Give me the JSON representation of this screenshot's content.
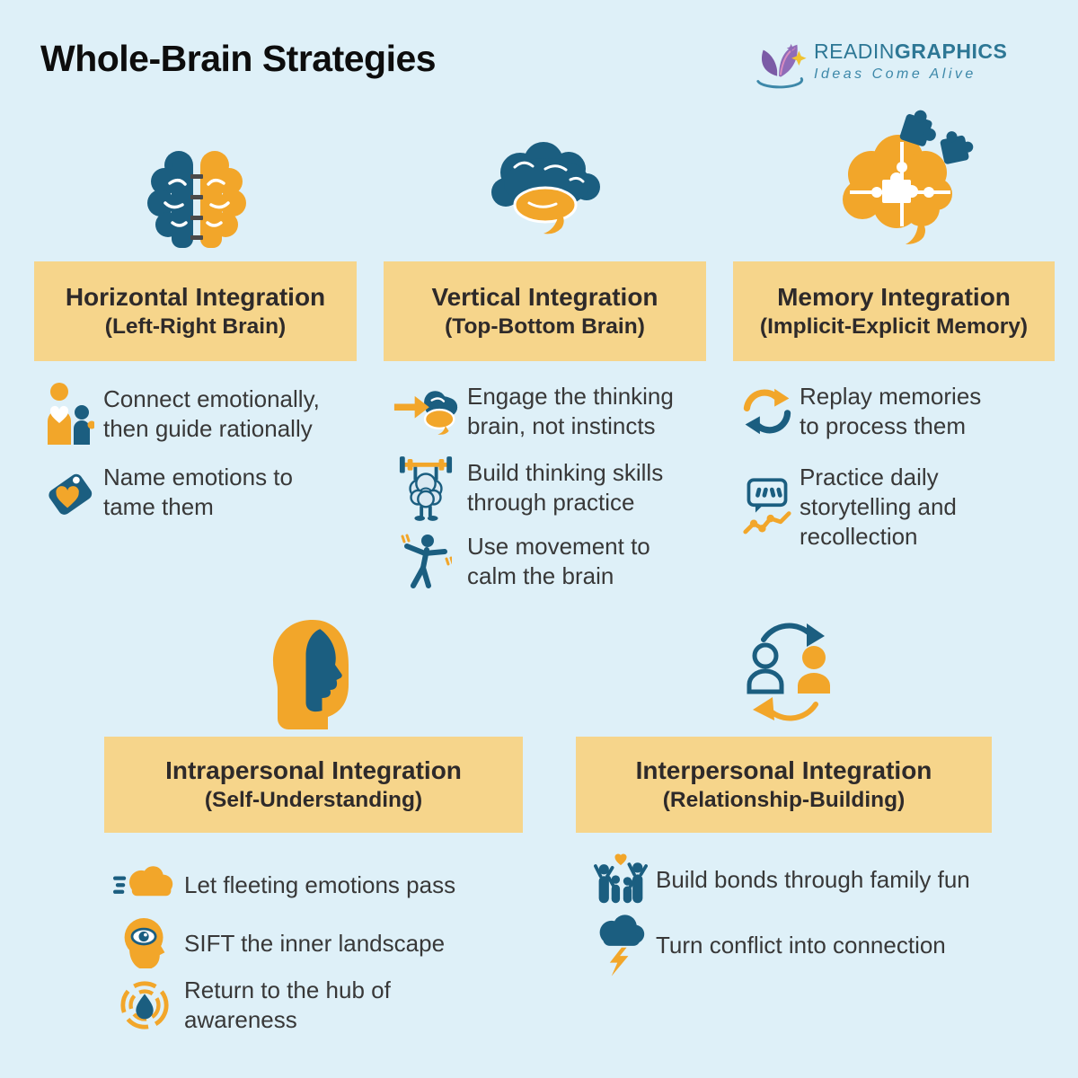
{
  "title": "Whole-Brain Strategies",
  "logo": {
    "brand_light": "READIN",
    "brand_bold": "GRAPHICS",
    "tagline": "Ideas Come Alive"
  },
  "colors": {
    "bg": "#def0f8",
    "box": "#f6d58b",
    "teal": "#1b5e80",
    "orange": "#f2a62a",
    "ink": "#2e2a2a",
    "text": "#383838",
    "title": "#0d0d0d",
    "logoteal": "#2d7795",
    "tagline": "#3d88a9",
    "purple": "#7b5ba6",
    "purple2": "#8f6cb8",
    "pink": "#d98cc0",
    "gold": "#f0c330",
    "dash": "#4a4a4a",
    "brainfill": "#d9e9f3"
  },
  "sections": {
    "horizontal": {
      "hero_icon": "split-brain-icon",
      "title": "Horizontal Integration",
      "subtitle": "(Left-Right Brain)",
      "bullets": [
        {
          "icon": "parent-child-icon",
          "text": [
            "Connect emotionally,",
            "then guide rationally"
          ]
        },
        {
          "icon": "heart-tag-icon",
          "text": [
            "Name emotions to",
            "tame them"
          ]
        }
      ]
    },
    "vertical": {
      "hero_icon": "side-brain-icon",
      "title": "Vertical Integration",
      "subtitle": "(Top-Bottom Brain)",
      "bullets": [
        {
          "icon": "arrow-into-brain-icon",
          "text": [
            "Engage the thinking",
            "brain, not instincts"
          ]
        },
        {
          "icon": "brain-barbell-icon",
          "text": [
            "Build thinking skills",
            "through practice"
          ]
        },
        {
          "icon": "moving-person-icon",
          "text": [
            "Use movement to",
            "calm the brain"
          ]
        }
      ]
    },
    "memory": {
      "hero_icon": "puzzle-brain-icon",
      "title": "Memory Integration",
      "subtitle": "(Implicit-Explicit Memory)",
      "bullets": [
        {
          "icon": "replay-arrows-icon",
          "text": [
            "Replay memories",
            "to process them"
          ]
        },
        {
          "icon": "storytelling-chart-icon",
          "text": [
            "Practice daily",
            "storytelling and",
            "recollection"
          ]
        }
      ]
    },
    "intrapersonal": {
      "hero_icon": "head-profile-icon",
      "title": "Intrapersonal Integration",
      "subtitle": "(Self-Understanding)",
      "bullets": [
        {
          "icon": "passing-cloud-icon",
          "text": [
            "Let fleeting emotions pass"
          ]
        },
        {
          "icon": "inner-eye-head-icon",
          "text": [
            "SIFT the inner landscape"
          ]
        },
        {
          "icon": "hub-awareness-icon",
          "text": [
            "Return to the hub of",
            "awareness"
          ]
        }
      ]
    },
    "interpersonal": {
      "hero_icon": "people-cycle-icon",
      "title": "Interpersonal Integration",
      "subtitle": "(Relationship-Building)",
      "bullets": [
        {
          "icon": "family-fun-icon",
          "text": [
            "Build bonds through family fun"
          ]
        },
        {
          "icon": "storm-cloud-icon",
          "text": [
            "Turn conflict into connection"
          ]
        }
      ]
    }
  }
}
